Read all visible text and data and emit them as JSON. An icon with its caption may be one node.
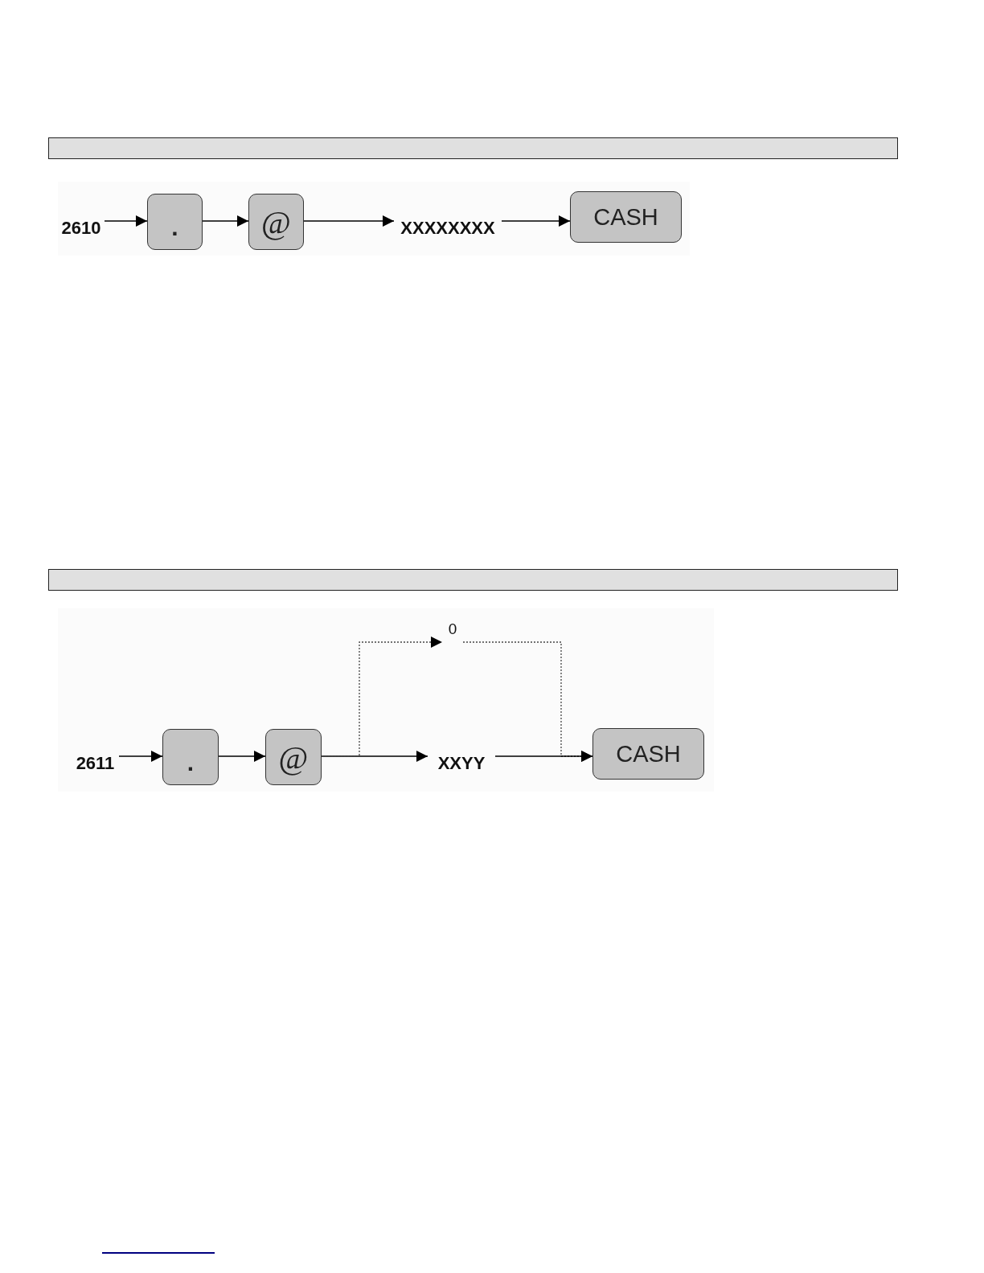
{
  "diagram": {
    "nodes": [
      {
        "text": [
          "2610"
        ]
      },
      {
        "text": [
          "."
        ]
      },
      {
        "text": [
          "@"
        ]
      },
      {
        "text": [
          "XXXXXXXX"
        ]
      },
      {
        "text": [
          "CASH"
        ]
      },
      {
        "text": [
          "2611"
        ]
      },
      {
        "text": [
          "."
        ]
      },
      {
        "text": [
          "@"
        ]
      },
      {
        "text": [
          "XXYY"
        ]
      },
      {
        "text": [
          "0"
        ]
      },
      {
        "text": [
          "CASH"
        ]
      }
    ],
    "edges": [
      {
        "from": 0,
        "to": 1,
        "arrow": "to"
      },
      {
        "from": 1,
        "to": 2,
        "arrow": "to"
      },
      {
        "from": 2,
        "to": 3,
        "arrow": "to"
      },
      {
        "from": 3,
        "to": 4,
        "arrow": "to"
      },
      {
        "from": 5,
        "to": 6,
        "arrow": "to"
      },
      {
        "from": 6,
        "to": 7,
        "arrow": "to"
      },
      {
        "from": 7,
        "to": 8,
        "arrow": "to"
      },
      {
        "from": 7,
        "to": 9,
        "arrow": "to",
        "style": "dashed"
      },
      {
        "from": 9,
        "to": 10,
        "arrow": "to",
        "style": "dashed"
      },
      {
        "from": 8,
        "to": 10,
        "arrow": "to"
      }
    ]
  }
}
